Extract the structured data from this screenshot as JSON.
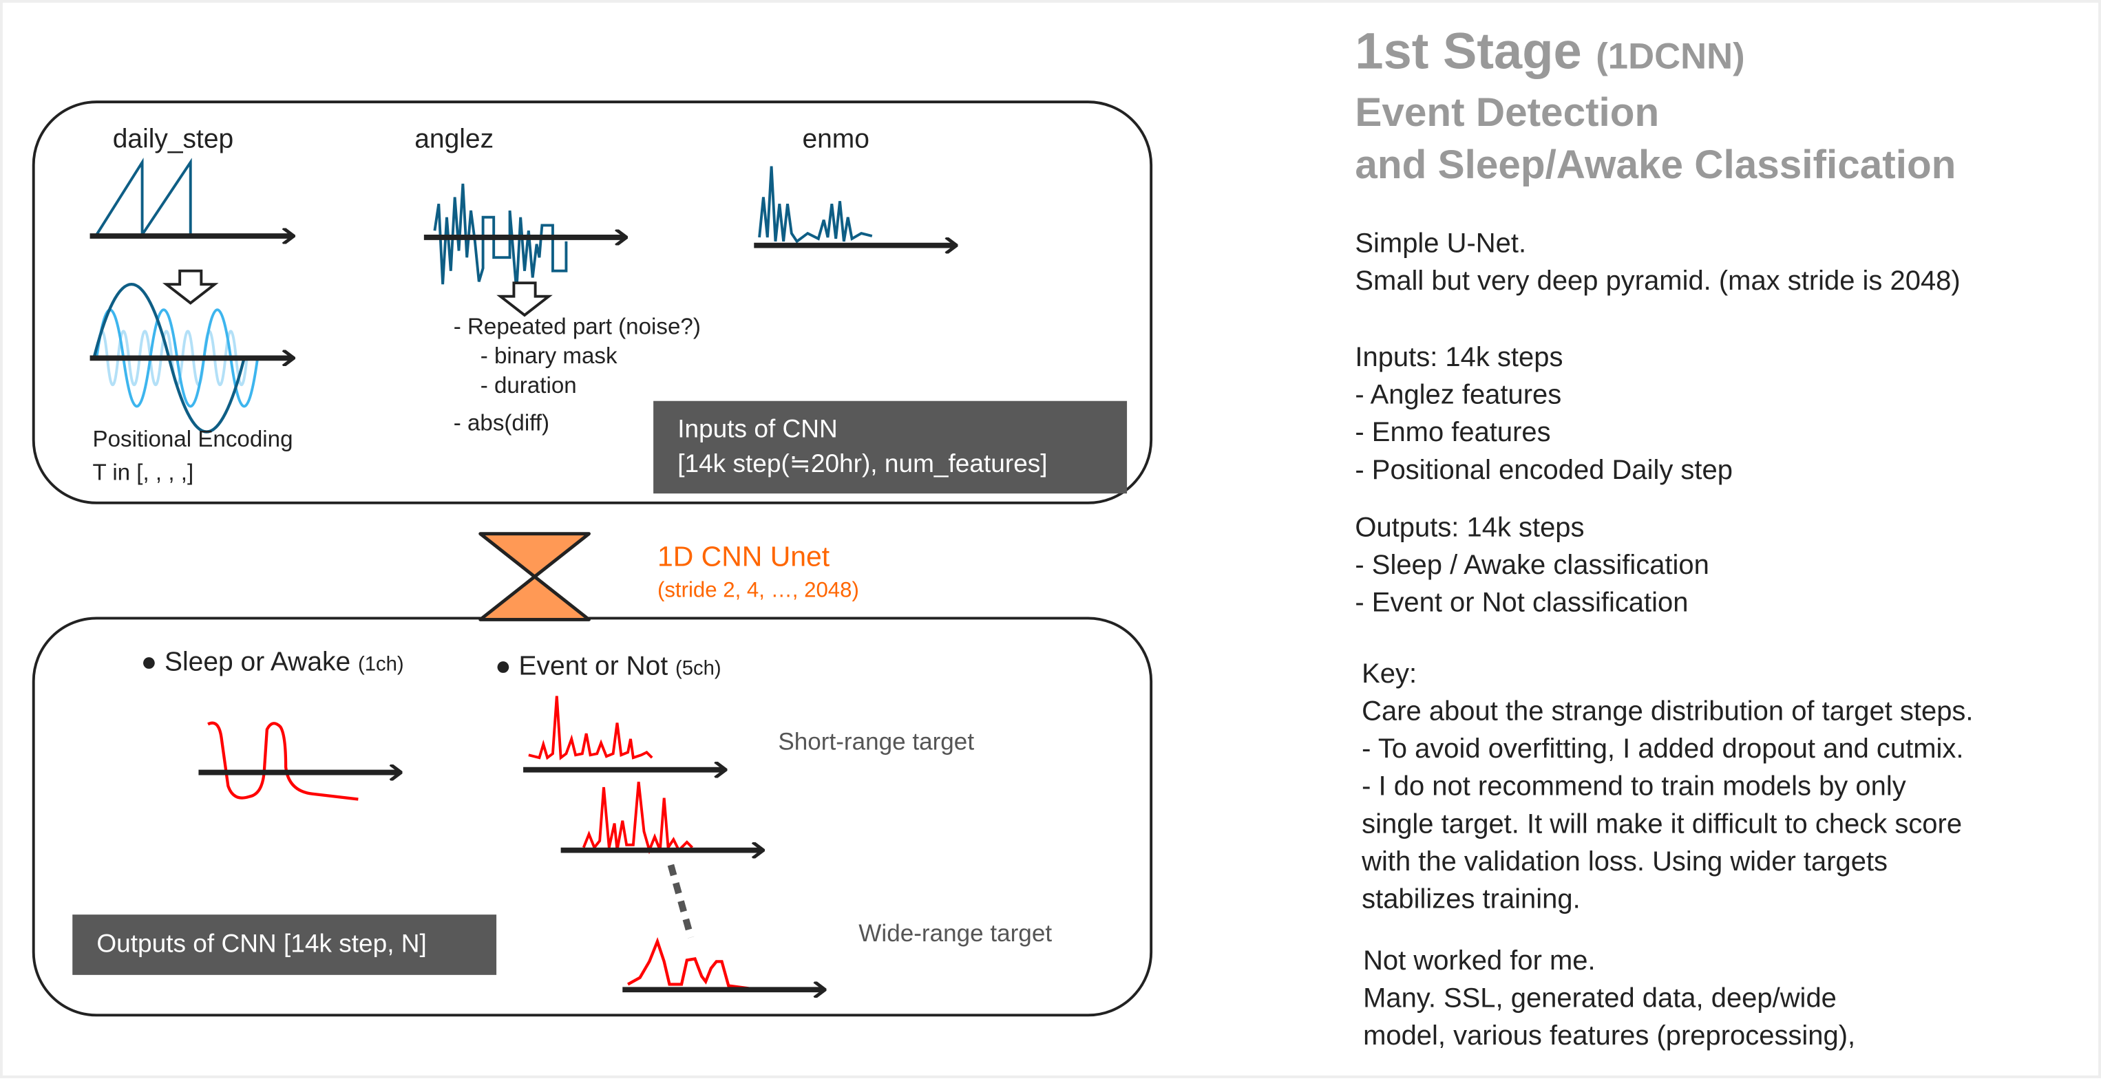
{
  "input_panel": {
    "labels": [
      "daily_step",
      "anglez",
      "enmo"
    ],
    "positional_encoding": [
      "Positional Encoding",
      "T in [, , , ,]"
    ],
    "anglez_features": [
      "- Repeated part (noise?)",
      "- binary mask",
      "- duration",
      "- abs(diff)"
    ],
    "inputs_box": [
      "Inputs of CNN",
      "[14k step(≒20hr), num_features]"
    ]
  },
  "model": {
    "name": "1D CNN Unet",
    "stride": "(stride 2, 4, …, 2048)",
    "color": "#FF6600",
    "hourglass_color": "#FF9955"
  },
  "output_panel": {
    "sleep_label": "Sleep or Awake",
    "sleep_ch": "(1ch)",
    "event_label": "Event or Not",
    "event_ch": "(5ch)",
    "short_range": "Short-range target",
    "wide_range": "Wide-range target",
    "outputs_box": "Outputs of CNN [14k step, N]"
  },
  "description": {
    "title": "1st Stage",
    "title_sub": "(1DCNN)",
    "subtitle_lines": [
      "Event Detection",
      "and  Sleep/Awake Classification"
    ],
    "summary": [
      "Simple U-Net.",
      "Small but very deep pyramid. (max stride is 2048)"
    ],
    "inputs": [
      "Inputs: 14k steps",
      "- Anglez features",
      "- Enmo features",
      "- Positional encoded Daily step"
    ],
    "outputs": [
      "Outputs: 14k steps",
      "- Sleep / Awake classification",
      "- Event or Not classification"
    ],
    "key": [
      "Key:",
      "Care about the strange distribution of target steps.",
      "- To avoid overfitting, I added dropout and cutmix.",
      "- I do not recommend to train models by only",
      "single target. It will make it difficult to check score",
      "with the validation loss. Using wider targets",
      "stabilizes training."
    ],
    "not_worked": [
      "Not worked for me.",
      "Many. SSL, generated data, deep/wide",
      "model, various features (preprocessing),"
    ]
  },
  "colors": {
    "signal": "#0E5E85",
    "target": "#FF0000",
    "heading": "#999999",
    "box": "#595959"
  }
}
